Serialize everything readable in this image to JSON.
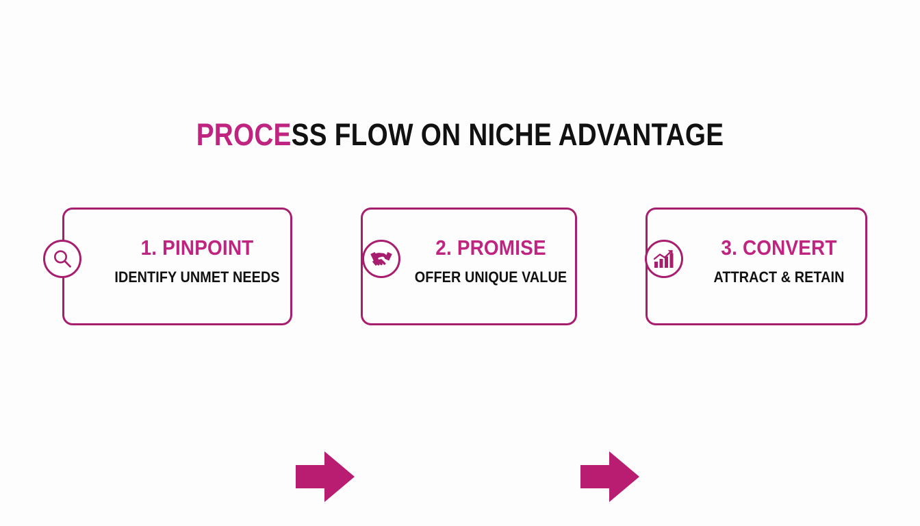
{
  "title": {
    "accent_text": "PROCE",
    "plain_text": "SS FLOW ON NICHE ADVANTAGE",
    "full_text": "PROCESS FLOW ON NICHE ADVANTAGE"
  },
  "colors": {
    "accent": "#bf2480",
    "border": "#a81e6e",
    "arrow": "#b81d72",
    "text": "#111111",
    "background": "#fdfdfe"
  },
  "steps": [
    {
      "heading": "1. PINPOINT",
      "subtitle": "IDENTIFY UNMET NEEDS",
      "icon": "magnifying-glass-icon"
    },
    {
      "heading": "2. PROMISE",
      "subtitle": "OFFER UNIQUE VALUE",
      "icon": "handshake-icon"
    },
    {
      "heading": "3. CONVERT",
      "subtitle": "ATTRACT & RETAIN",
      "icon": "bar-chart-growth-icon"
    }
  ],
  "connectors": [
    {
      "name": "arrow-right-icon"
    },
    {
      "name": "arrow-right-icon"
    }
  ]
}
